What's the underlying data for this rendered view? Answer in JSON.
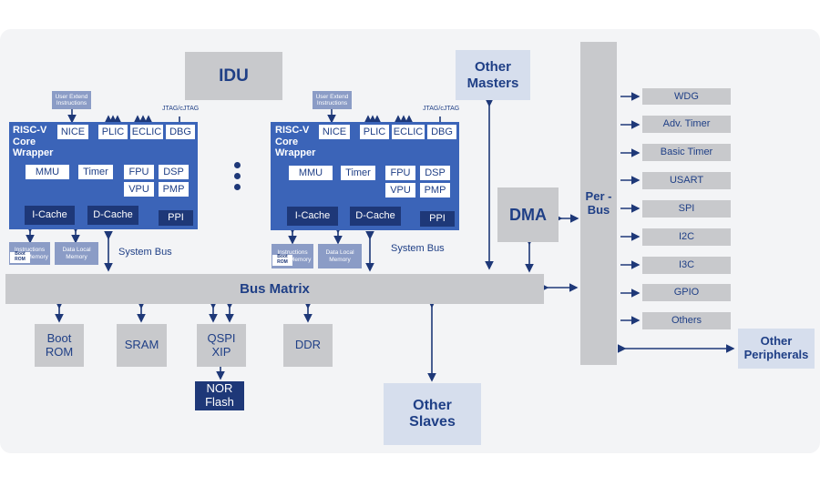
{
  "idu": "IDU",
  "other_masters": "Other Masters",
  "dma": "DMA",
  "per_bus": "Per - Bus",
  "bus_matrix": "Bus Matrix",
  "other_slaves": "Other Slaves",
  "other_peripherals": "Other Peripherals",
  "system_bus": "System Bus",
  "core": {
    "user_extend": "User Extend Instructions",
    "jtag": "JTAG/cJTAG",
    "title": "RISC-V Core Wrapper",
    "nice": "NICE",
    "plic": "PLIC",
    "eclic": "ECLIC",
    "dbg": "DBG",
    "mmu": "MMU",
    "timer": "Timer",
    "fpu": "FPU",
    "dsp": "DSP",
    "vpu": "VPU",
    "pmp": "PMP",
    "icache": "I-Cache",
    "dcache": "D-Cache",
    "ppi": "PPI",
    "ilm": "Instructions Local Memory",
    "boot_rom": "Boot ROM",
    "dlm": "Data Local Memory"
  },
  "memories": {
    "boot_rom": "Boot ROM",
    "sram": "SRAM",
    "qspi": "QSPI XIP",
    "ddr": "DDR",
    "nor": "NOR Flash"
  },
  "peripherals": [
    "WDG",
    "Adv. Timer",
    "Basic Timer",
    "USART",
    "SPI",
    "I2C",
    "I3C",
    "GPIO",
    "Others"
  ],
  "colors": {
    "core_blue": "#3b64b8",
    "dark_blue": "#1e3878",
    "gray_block": "#c8c9cc",
    "light_blue_block": "#d6deed",
    "text_blue": "#1f3f86"
  }
}
